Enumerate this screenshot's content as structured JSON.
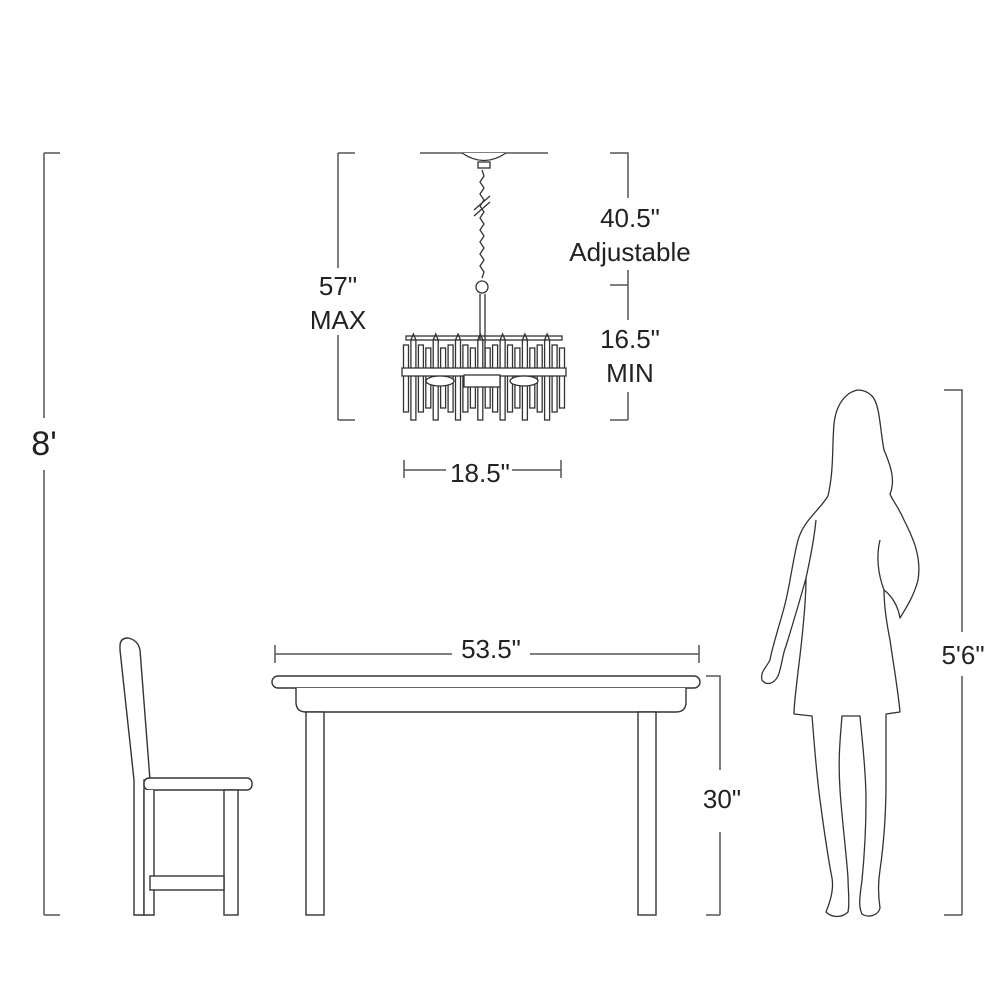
{
  "dimensions": {
    "ceiling_height": "8'",
    "fixture_max_value": "57\"",
    "fixture_max_note": "MAX",
    "chain_value": "40.5\"",
    "chain_note": "Adjustable",
    "fixture_min_value": "16.5\"",
    "fixture_min_note": "MIN",
    "fixture_width": "18.5\"",
    "table_length": "53.5\"",
    "table_height": "30\"",
    "person_height": "5'6\""
  },
  "colors": {
    "line": "#333333",
    "dimension_line": "#555555",
    "text": "#222222"
  }
}
